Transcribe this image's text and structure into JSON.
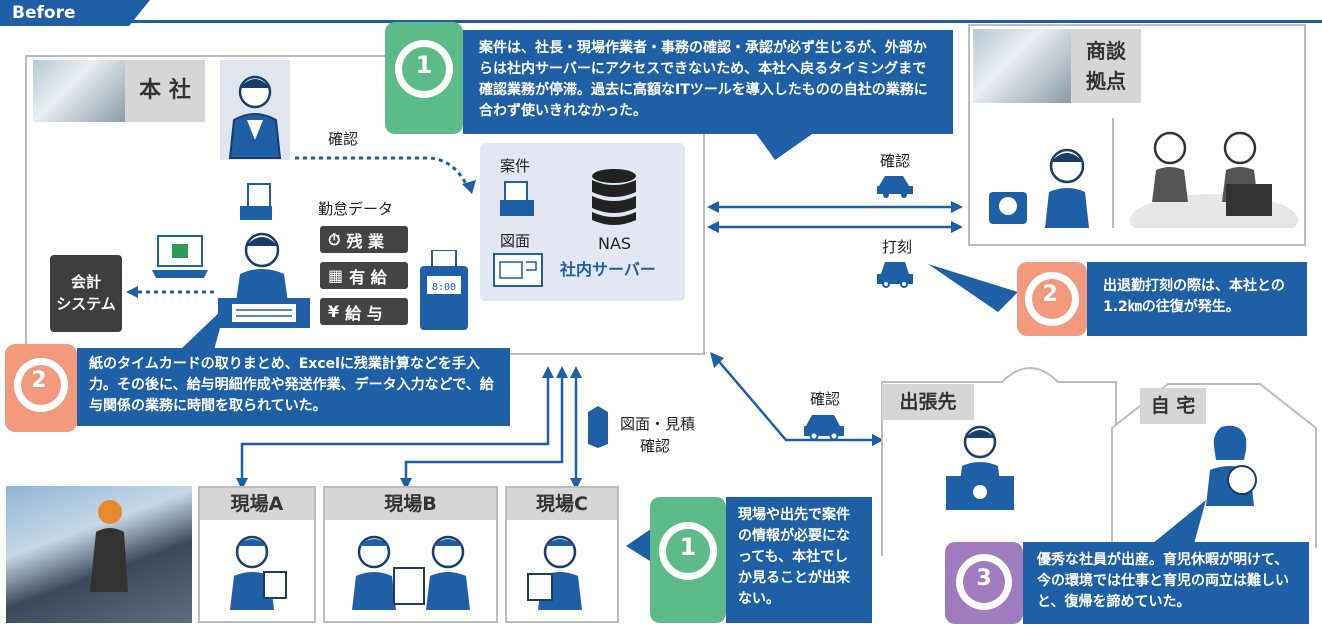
{
  "header": {
    "title": "Before"
  },
  "hq": {
    "label": "本 社"
  },
  "hq_confirm": {
    "label": "確認"
  },
  "attendance": {
    "title": "勤怠データ",
    "items": [
      "残 業",
      "有 給",
      "給 与"
    ]
  },
  "accounting": {
    "label_line1": "会計",
    "label_line2": "システム"
  },
  "nas": {
    "anken": "案件",
    "zumen": "図面",
    "nas": "NAS",
    "server": "社内サーバー"
  },
  "office": {
    "label_line1": "商談",
    "label_line2": "拠点"
  },
  "office_link": {
    "confirm": "確認",
    "stamp": "打刻"
  },
  "sites": {
    "items": [
      "現場A",
      "現場B",
      "現場C"
    ],
    "drawing_label1": "図面・見積",
    "drawing_label2": "確認"
  },
  "trip": {
    "label": "出張先",
    "confirm": "確認"
  },
  "home": {
    "label": "自 宅"
  },
  "callouts": {
    "c1_top": {
      "number": "1",
      "text": "案件は、社長・現場作業者・事務の確認・承認が必ず生じるが、外部からは社内サーバーにアクセスできないため、本社へ戻るタイミングまで確認業務が停滞。過去に高額なITツールを導入したものの自社の業務に合わず使いきれなかった。"
    },
    "c2_left": {
      "number": "2",
      "text": "紙のタイムカードの取りまとめ、Excelに残業計算などを手入力。その後に、給与明細作成や発送作業、データ入力などで、給与関係の業務に時間を取られていた。"
    },
    "c2_right": {
      "number": "2",
      "text": "出退勤打刻の際は、本社との1.2㎞の往復が発生。"
    },
    "c1_bottom": {
      "number": "1",
      "text": "現場や出先で案件の情報が必要になっても、本社でしか見ることが出来ない。"
    },
    "c3": {
      "number": "3",
      "text": "優秀な社員が出産。育児休暇が明けて、今の環境では仕事と育児の両立は難しいと、復帰を諦めていた。"
    }
  },
  "colors": {
    "blue": "#1f5fa6",
    "green": "#5dbb8a",
    "salmon": "#f39a7e",
    "purple": "#a07bbd",
    "nas_bg": "#e2e7f3"
  }
}
